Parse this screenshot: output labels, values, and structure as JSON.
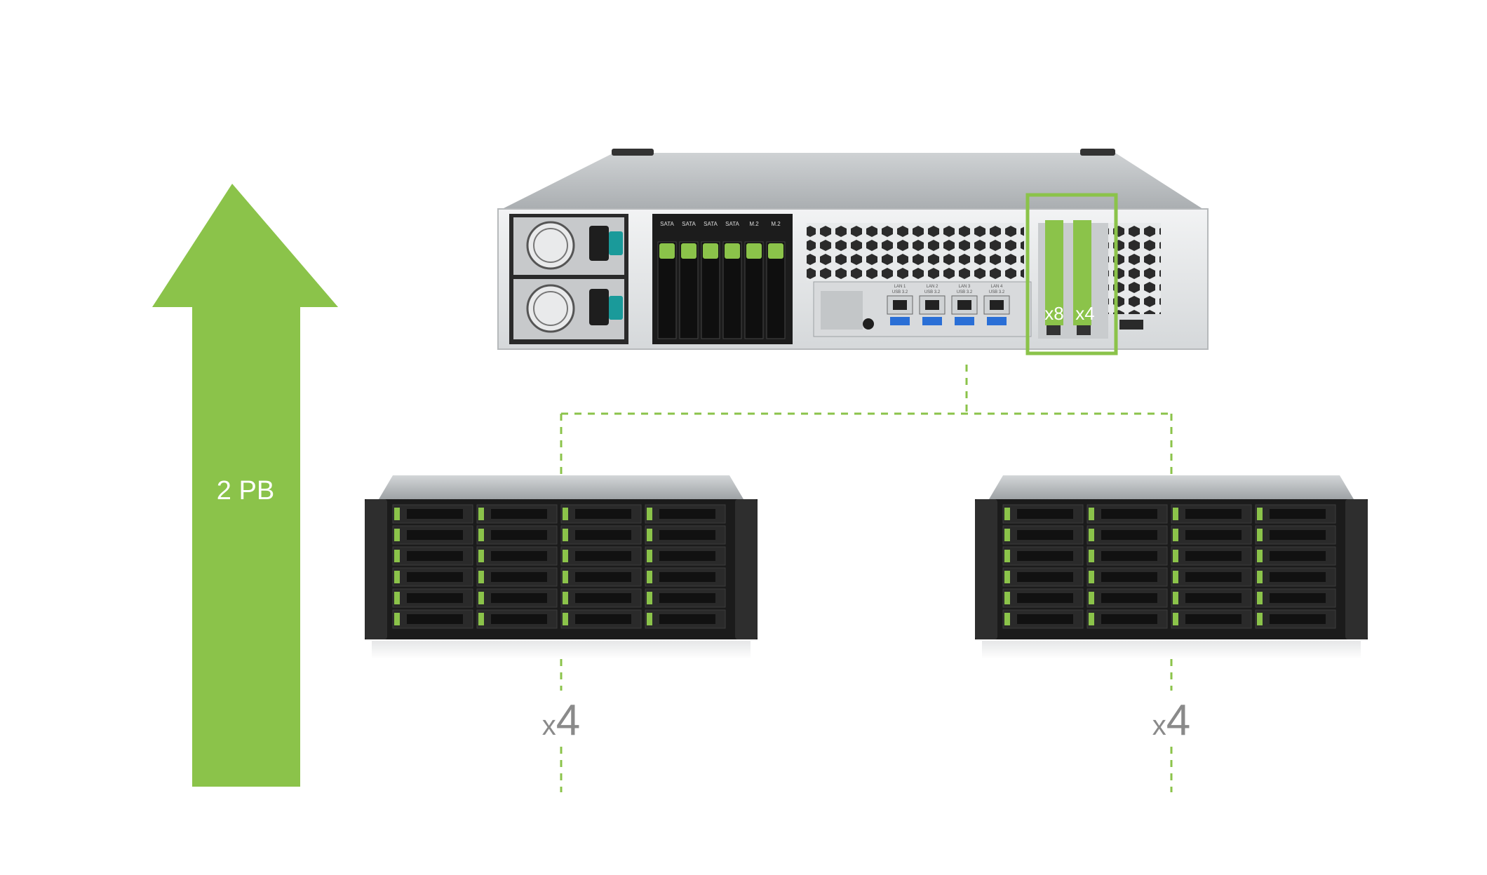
{
  "capacity_arrow": {
    "label": "2 PB",
    "color": "#8bc34a"
  },
  "nas": {
    "pcie_slots": [
      {
        "label": "x8"
      },
      {
        "label": "x4"
      }
    ],
    "highlight_color": "#8bc34a",
    "port_labels": [
      "LAN 1",
      "LAN 2",
      "LAN 3",
      "LAN 4"
    ],
    "usb_labels": [
      "USB 3.2",
      "USB 3.2",
      "USB 3.2",
      "USB 3.2"
    ],
    "bay_labels": [
      "SATA",
      "SATA",
      "SATA",
      "SATA",
      "M.2",
      "M.2"
    ]
  },
  "expansion_units": [
    {
      "multiplier_prefix": "x",
      "multiplier_value": "4"
    },
    {
      "multiplier_prefix": "x",
      "multiplier_value": "4"
    }
  ],
  "connector_color": "#8bc34a"
}
